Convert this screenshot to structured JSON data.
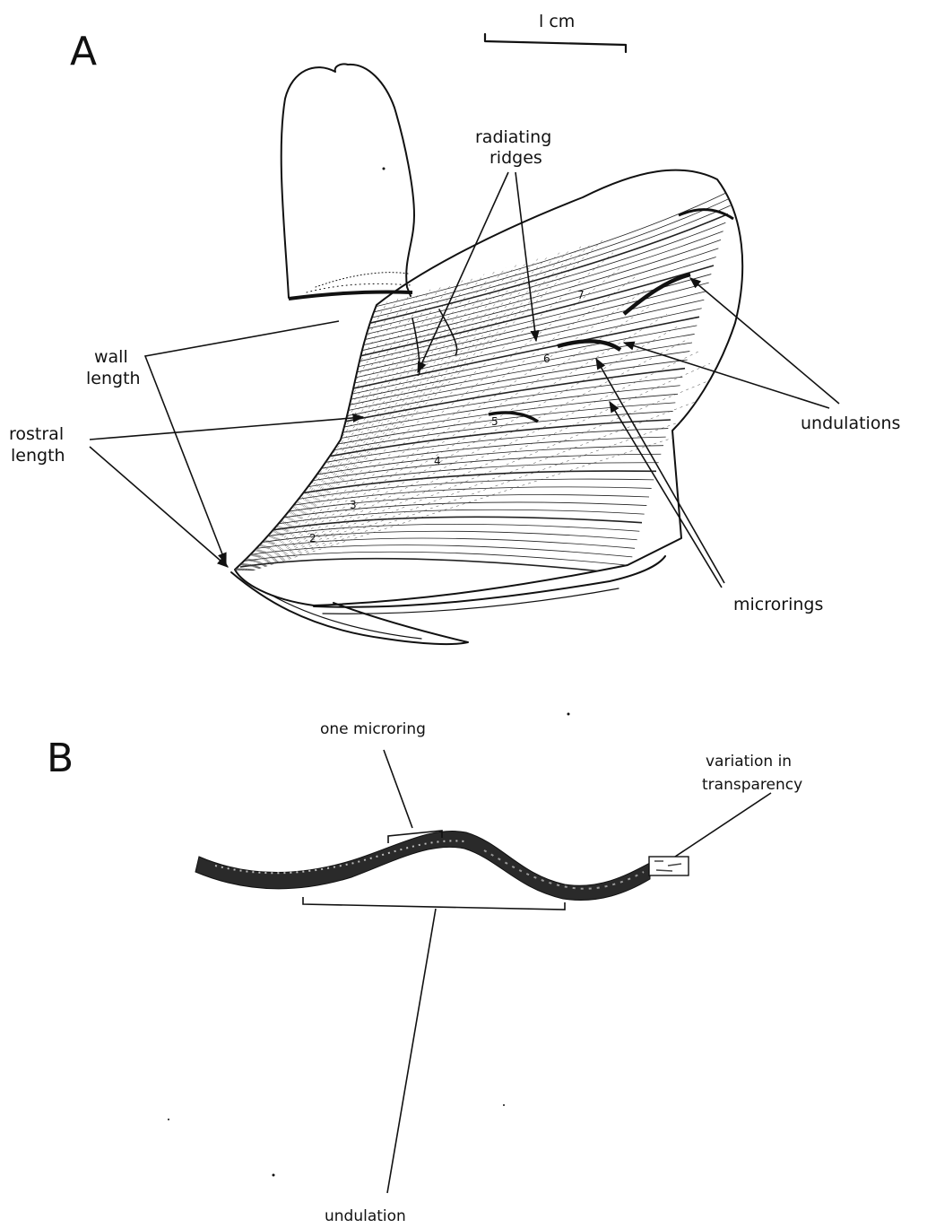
{
  "panel_a": {
    "letter": "A",
    "scale_label": "l cm",
    "labels": {
      "radiating_ridges_1": "radiating",
      "radiating_ridges_2": "ridges",
      "wall_length_1": "wall",
      "wall_length_2": "length",
      "rostral_length_1": "rostral",
      "rostral_length_2": "length",
      "undulations": "undulations",
      "microrings": "microrings"
    },
    "ring_numbers": [
      "2",
      "3",
      "4",
      "5",
      "6",
      "7"
    ]
  },
  "panel_b": {
    "letter": "B",
    "labels": {
      "one_microring": "one microring",
      "variation_1": "variation in",
      "variation_2": "transparency",
      "undulation": "undulation"
    }
  },
  "colors": {
    "ink": "#111111",
    "background": "#ffffff"
  }
}
